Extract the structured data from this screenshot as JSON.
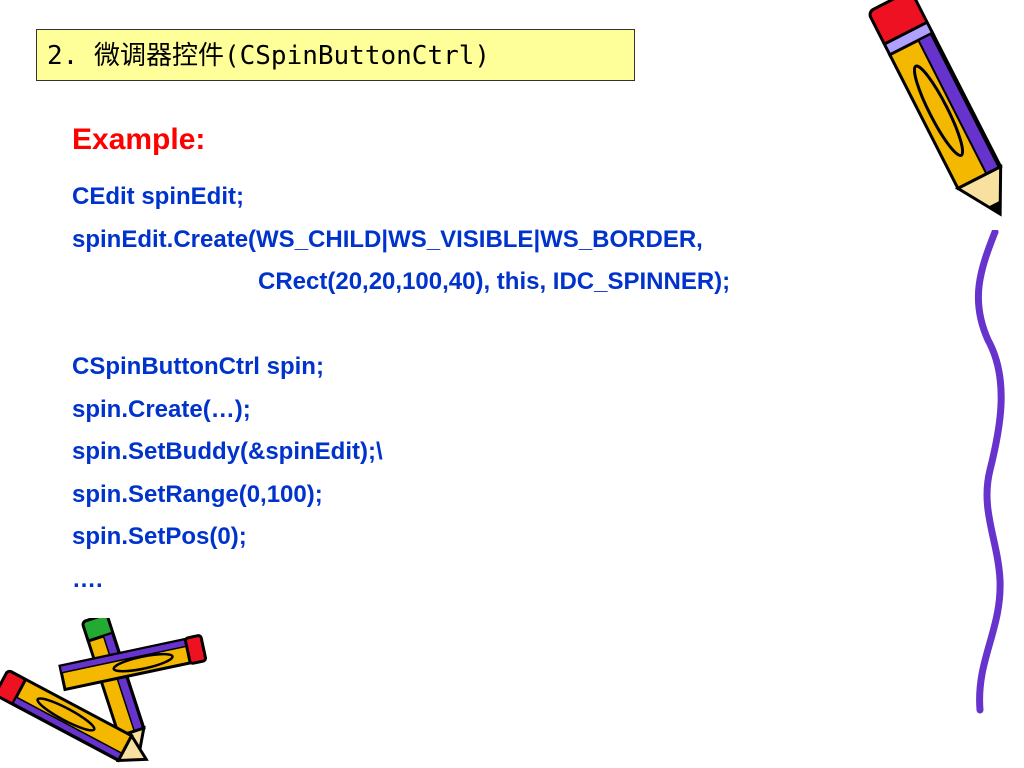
{
  "title": "2. 微调器控件(CSpinButtonCtrl)",
  "example_label": "Example:",
  "code_lines": [
    "CEdit spinEdit;",
    "spinEdit.Create(WS_CHILD|WS_VISIBLE|WS_BORDER,",
    "CRect(20,20,100,40), this, IDC_SPINNER);",
    "",
    "CSpinButtonCtrl spin;",
    "spin.Create(…);",
    "spin.SetBuddy(&spinEdit);\\",
    "spin.SetRange(0,100);",
    "spin.SetPos(0);",
    "…."
  ],
  "colors": {
    "title_background": "#ffff99",
    "example_label": "#ff0000",
    "code_text": "#0033cc",
    "pencil_body": "#f5b800",
    "pencil_stripe": "#6633cc",
    "eraser_red": "#ee1122",
    "eraser_green": "#22aa33"
  },
  "decorations": {
    "top_right": "pencil-icon",
    "bottom_left": "crossed-pencils-icon",
    "right_edge": "squiggle-line"
  }
}
